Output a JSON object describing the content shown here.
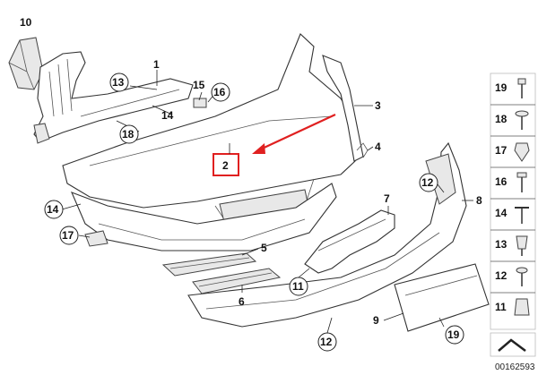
{
  "callouts": {
    "c10": "10",
    "c1": "1",
    "c13a": "13",
    "c15": "15",
    "c16": "16",
    "c14a": "14",
    "c18": "18",
    "c3": "3",
    "c2": "2",
    "c4": "4",
    "c14b": "14",
    "c17": "17",
    "c5": "5",
    "c6": "6",
    "c7": "7",
    "c12a": "12",
    "c8": "8",
    "c11": "11",
    "c12b": "12",
    "c9": "9",
    "c19": "19"
  },
  "side_panel": [
    "19",
    "18",
    "17",
    "16",
    "14",
    "13",
    "12",
    "11"
  ],
  "diagram_number": "00162593",
  "highlight_color": "#e02020"
}
